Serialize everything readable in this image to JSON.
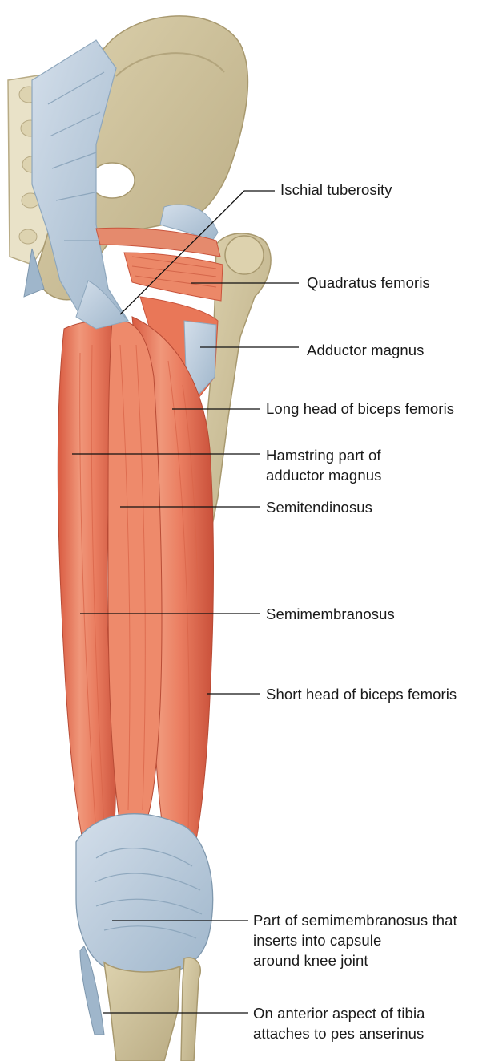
{
  "figure": {
    "view": "posterior view of right thigh",
    "colors": {
      "bone": "#cfc29c",
      "bone_shade": "#b8a980",
      "ligament": "#b7c8d8",
      "ligament_dark": "#8ea7bd",
      "muscle": "#e9745a",
      "muscle_light": "#f2a183",
      "muscle_dark": "#c9543c",
      "leader": "#111111"
    }
  },
  "labels": {
    "ischial_tuberosity": "Ischial tuberosity",
    "quadratus_femoris": "Quadratus femoris",
    "adductor_magnus": "Adductor magnus",
    "long_head_biceps": "Long head of biceps femoris",
    "hamstring_adductor": "Hamstring part of\nadductor magnus",
    "semitendinosus": "Semitendinosus",
    "semimembranosus": "Semimembranosus",
    "short_head_biceps": "Short head of biceps femoris",
    "semimembranosus_capsule": "Part of semimembranosus that\ninserts into capsule\naround knee joint",
    "pes_anserinus": "On anterior aspect of tibia\nattaches to pes anserinus"
  }
}
